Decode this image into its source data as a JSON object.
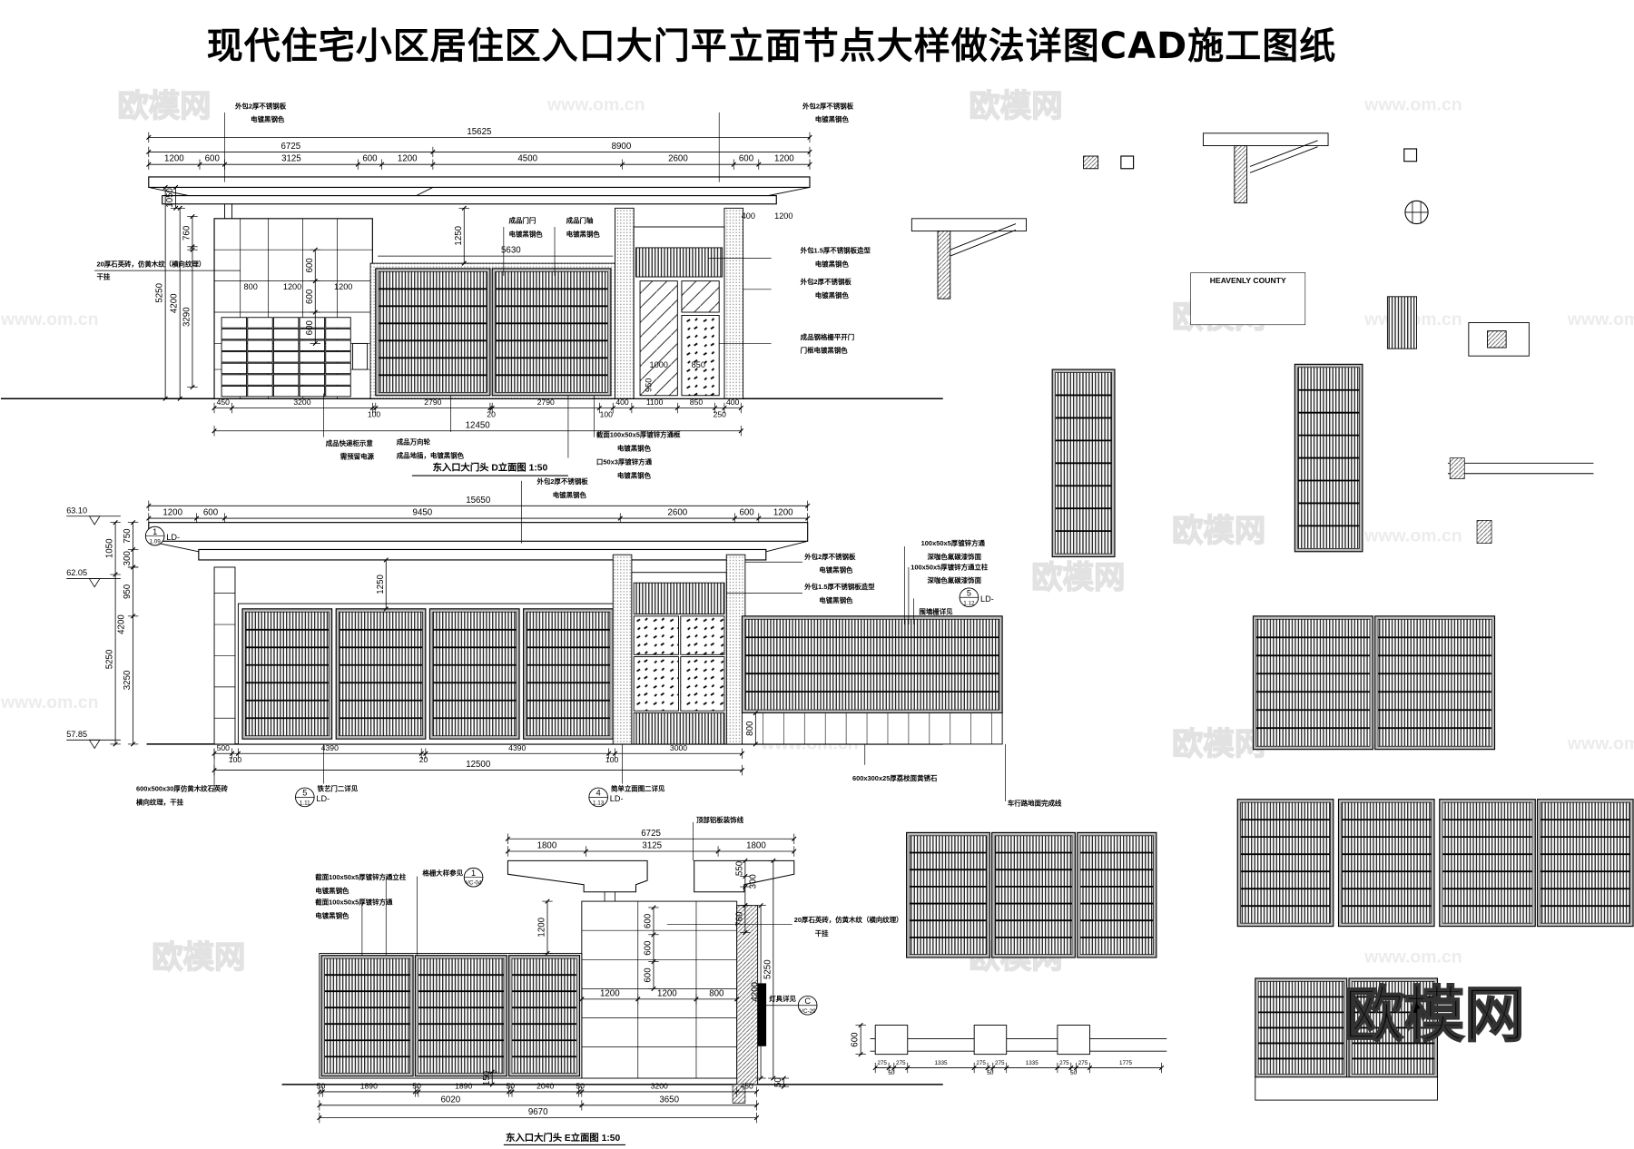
{
  "title": "现代住宅小区居住区入口大门平立面节点大样做法详图CAD施工图纸",
  "watermark": {
    "logo": "欧模网",
    "url": "www.om.cn"
  },
  "colors": {
    "ink": "#000000",
    "hatch": "#9a9a9a",
    "watermark": "#e2e2e2",
    "background": "#ffffff"
  },
  "elevation_d": {
    "caption": "东入口大门头  D立面图  1:50",
    "dims_overall": [
      "15625"
    ],
    "dims_mid": [
      "6725",
      "8900"
    ],
    "dims_top": [
      "1200",
      "600",
      "3125",
      "600",
      "1200",
      "4500",
      "2600",
      "600",
      "1200"
    ],
    "dims_bottom": [
      "450",
      "3200",
      "100",
      "2790",
      "20",
      "2790",
      "100",
      "400",
      "1100",
      "850",
      "250",
      "400"
    ],
    "dims_bottom_total": [
      "12450"
    ],
    "dims_vertical": [
      "5250",
      "4200",
      "3290",
      "1050",
      "760",
      "600",
      "600",
      "600",
      "1250",
      "5630",
      "800",
      "1200",
      "1200",
      "400",
      "1200",
      "1000",
      "850",
      "950"
    ],
    "notes": [
      "外包2厚不锈钢板",
      "电镀黑钢色",
      "外包2厚不锈钢板",
      "电镀黑钢色",
      "成品门闩",
      "电镀黑钢色",
      "成品门轴",
      "电镀黑钢色",
      "外包1.5厚不锈钢板造型",
      "电镀黑钢色",
      "外包2厚不锈钢板",
      "电镀黑钢色",
      "成品钢格栅平开门",
      "门框电镀黑钢色",
      "20厚石英砖，仿黄木纹（横向纹理）",
      "干挂",
      "成品快递柜示意",
      "需预留电源",
      "成品万向轮",
      "成品地插，电镀黑钢色",
      "截面100x50x5厚镀锌方通框",
      "电镀黑钢色",
      "口50x3厚镀锌方通",
      "电镀黑钢色"
    ]
  },
  "elevation_c": {
    "levels": [
      "63.10",
      "62.05",
      "57.85"
    ],
    "dims_overall": [
      "15650"
    ],
    "dims_top": [
      "1200",
      "600",
      "9450",
      "2600",
      "600",
      "1200"
    ],
    "dims_bottom": [
      "500",
      "100",
      "4390",
      "20",
      "4390",
      "100",
      "3000"
    ],
    "dims_bottom_total": [
      "12500"
    ],
    "dims_vertical": [
      "1050",
      "750",
      "300",
      "950",
      "5250",
      "4200",
      "3250",
      "1250",
      "800"
    ],
    "callouts": [
      {
        "num": "1",
        "sheet": "1.09",
        "ref": "LD-"
      },
      {
        "num": "5",
        "sheet": "1.11",
        "ref": "LD-"
      },
      {
        "num": "4",
        "sheet": "1.13",
        "ref": "LD-"
      },
      {
        "num": "5",
        "sheet": "1.12",
        "ref": "LD-"
      }
    ],
    "notes": [
      "外包2厚不锈钢板",
      "电镀黑钢色",
      "外包2厚不锈钢板",
      "电镀黑钢色",
      "外包1.5厚不锈钢板造型",
      "电镀黑钢色",
      "100x50x5厚镀锌方通",
      "深咖色氟碳漆饰面",
      "100x50x5厚镀锌方通立柱",
      "深咖色氟碳漆饰面",
      "围墙栅详见",
      "600x500x30厚仿黄木纹石英砖",
      "横向纹理，干挂",
      "铁艺门二详见",
      "简单立面图二详见",
      "600x300x25厚荔枝面黄锈石",
      "车行路地面完成线"
    ]
  },
  "elevation_e": {
    "caption": "东入口大门头  E立面图  1:50",
    "dims_overall": [
      "6725"
    ],
    "dims_top": [
      "1800",
      "3125",
      "1800"
    ],
    "dims_bottom": [
      "50",
      "1890",
      "50",
      "1890",
      "50",
      "2040",
      "50",
      "3200",
      "450"
    ],
    "dims_sub": [
      "6020",
      "3650"
    ],
    "dims_total": [
      "9670"
    ],
    "dims_wall": [
      "1200",
      "1200",
      "800"
    ],
    "dims_vertical": [
      "1200",
      "600",
      "600",
      "600",
      "550",
      "300",
      "760",
      "5250",
      "4200",
      "50",
      "150"
    ],
    "callouts": [
      {
        "num": "1",
        "sheet": "VC-04"
      },
      {
        "num": "C",
        "sheet": "VC-29"
      }
    ],
    "notes": [
      "截面100x50x5厚镀锌方通立柱",
      "电镀黑钢色",
      "截面100x50x5厚镀锌方通",
      "电镀黑钢色",
      "格栅大样参见",
      "20厚石英砖，仿黄木纹（横向纹理）",
      "干挂",
      "灯具详见",
      "顶部铝板装饰线"
    ]
  },
  "details": {
    "sign_text": "HEAVENLY COUNTY",
    "plinth_dims": [
      "275",
      "50",
      "275",
      "1335",
      "275",
      "50",
      "275",
      "1335",
      "275",
      "50",
      "275",
      "1775"
    ],
    "plinth_height": [
      "600"
    ]
  }
}
